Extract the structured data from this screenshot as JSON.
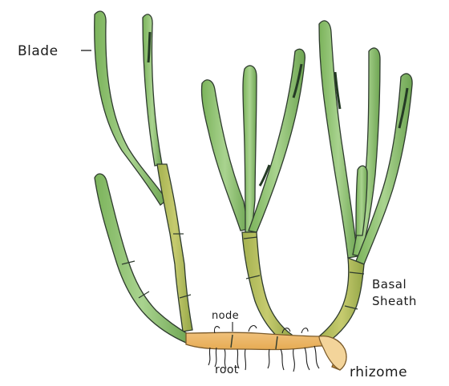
{
  "diagram": {
    "labels": {
      "blade": "Blade",
      "node": "node",
      "root": "root",
      "rhizome": "rhizome",
      "basal_sheath_line1": "Basal",
      "basal_sheath_line2": "Sheath"
    },
    "colors": {
      "leaf_fill": "#8fc46a",
      "leaf_highlight": "#b9dca0",
      "leaf_dark": "#2d4d2d",
      "rhizome_fill": "#e6a84b",
      "rhizome_outline": "#7a5a2a",
      "outline": "#2e3b2e",
      "text": "#1b1b1b"
    }
  }
}
